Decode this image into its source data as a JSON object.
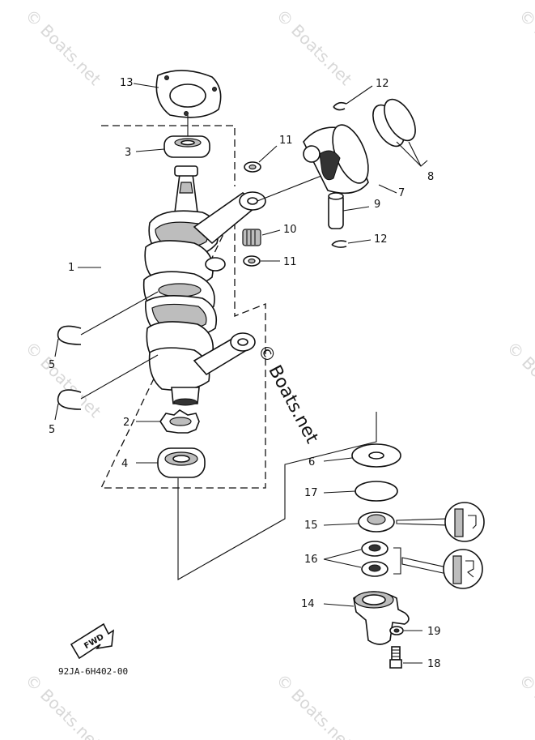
{
  "diagram": {
    "part_labels": {
      "p1": "1",
      "p2": "2",
      "p3": "3",
      "p4": "4",
      "p5a": "5",
      "p5b": "5",
      "p6": "6",
      "p7": "7",
      "p8": "8",
      "p9": "9",
      "p10": "10",
      "p11a": "11",
      "p11b": "11",
      "p12a": "12",
      "p12b": "12",
      "p13": "13",
      "p14": "14",
      "p15": "15",
      "p16": "16",
      "p17": "17",
      "p18": "18",
      "p19": "19"
    },
    "drawing_code": "92JA-6H402-00",
    "fwd_label": "FWD",
    "watermark": "© Boats.net",
    "center_watermark": "© Boats.net"
  }
}
